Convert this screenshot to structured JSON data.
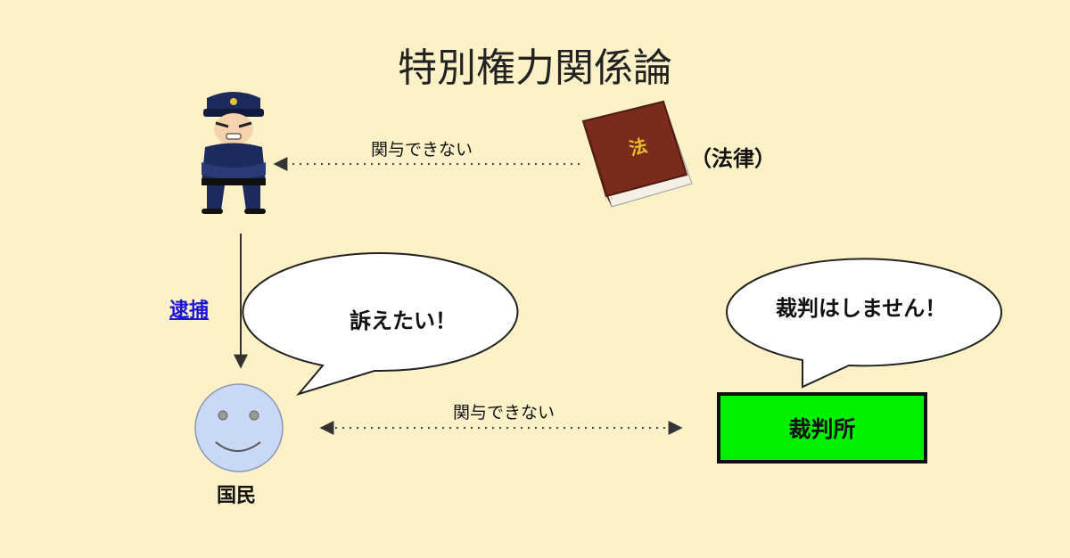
{
  "title": "特別権力関係論",
  "law": {
    "book_glyph": "法",
    "label": "（法律）"
  },
  "arrows": {
    "law_to_police": "関与できない",
    "citizen_to_court": "関与できない"
  },
  "arrest_link": "逮捕",
  "citizen": {
    "label": "国民",
    "speech": "訴えたい！"
  },
  "court": {
    "label": "裁判所",
    "speech": "裁判はしません！"
  },
  "colors": {
    "background": "#fdf1c7",
    "court_fill": "#00f000",
    "face_fill": "#c9d8f5",
    "link": "#1a14d8",
    "book": "#7a2b1c"
  }
}
